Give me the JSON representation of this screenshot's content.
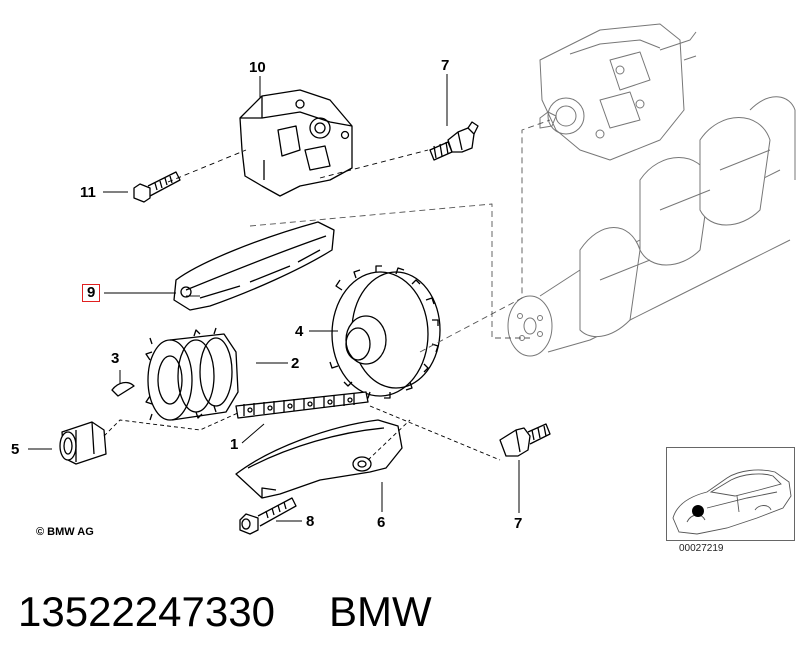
{
  "diagram": {
    "labels": {
      "l1": "1",
      "l2": "2",
      "l3": "3",
      "l4": "4",
      "l5": "5",
      "l6": "6",
      "l7a": "7",
      "l7b": "7",
      "l8": "8",
      "l9": "9",
      "l10": "10",
      "l11": "11"
    },
    "copyright": "© BMW AG",
    "inset_code": "00027219",
    "highlight_color": "#e02020"
  },
  "footer": {
    "part_number": "13522247330",
    "brand": "BMW"
  }
}
